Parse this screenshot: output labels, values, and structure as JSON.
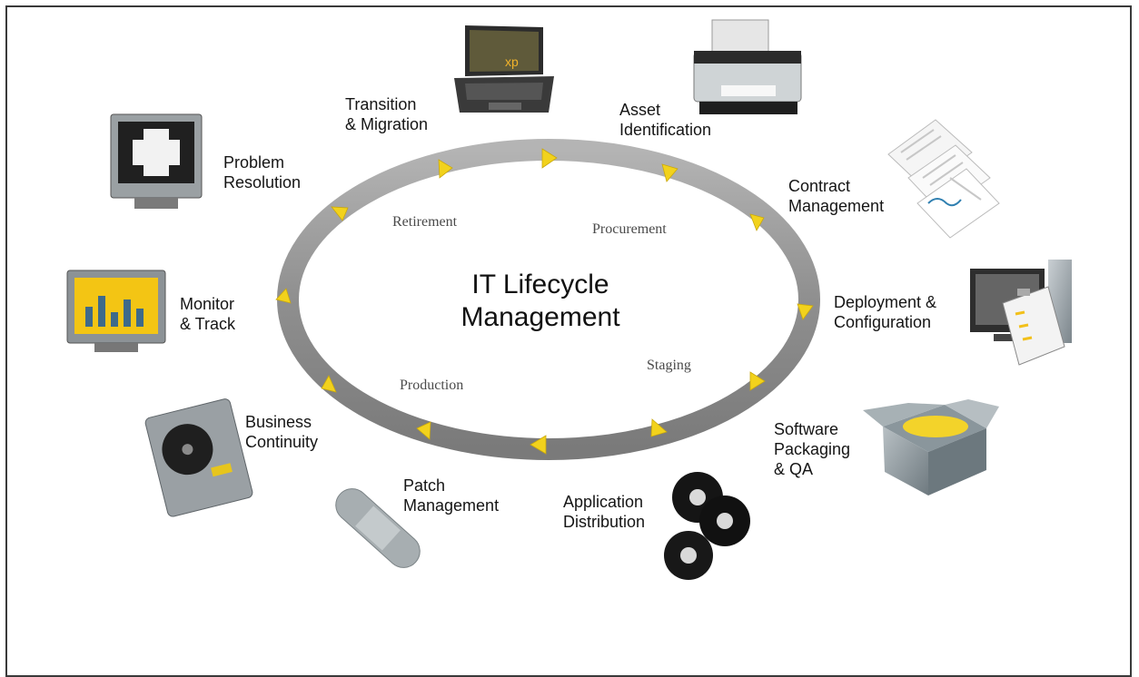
{
  "center_title": {
    "line1": "IT Lifecycle",
    "line2": "Management"
  },
  "phases": {
    "retirement": "Retirement",
    "procurement": "Procurement",
    "staging": "Staging",
    "production": "Production"
  },
  "steps": {
    "transition": "Transition\n& Migration",
    "asset": "Asset\nIdentification",
    "contract": "Contract\nManagement",
    "deployment": "Deployment &\nConfiguration",
    "software": "Software\nPackaging\n& QA",
    "application": "Application\nDistribution",
    "patch": "Patch\nManagement",
    "business": "Business\nContinuity",
    "monitor": "Monitor\n& Track",
    "problem": "Problem\nResolution"
  },
  "icons": {
    "laptop_screen_text": "xp"
  },
  "colors": {
    "ring": "#9a9a9a",
    "arrow": "#f2d21c",
    "frame": "#3a3a3a",
    "chart_screen": "#f3c514"
  }
}
